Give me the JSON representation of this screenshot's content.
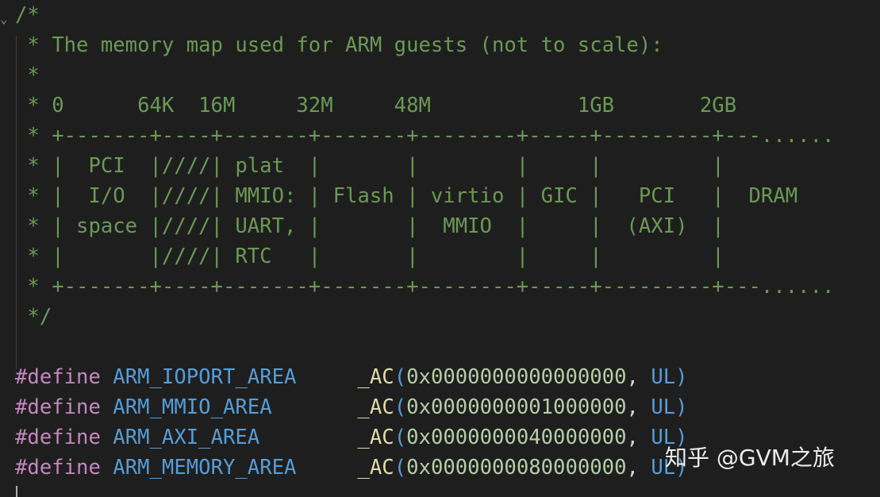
{
  "comment_lines": [
    "/*",
    " * The memory map used for ARM guests (not to scale):",
    " *",
    " * 0      64K  16M     32M     48M            1GB       2GB",
    " * +-------+----+-------+-------+--------+-----+---------+---......",
    " * |  PCI  |////| plat  |       |        |     |         |",
    " * |  I/O  |////| MMIO: | Flash | virtio | GIC |   PCI   |  DRAM",
    " * | space |////| UART, |       |  MMIO  |     |  (AXI)  |",
    " * |       |////| RTC   |       |        |     |         |",
    " * +-------+----+-------+-------+--------+-----+---------+---......",
    " */",
    ""
  ],
  "defines": [
    {
      "keyword": "#define",
      "name": "ARM_IOPORT_AREA",
      "pad": "     ",
      "macro": "_AC",
      "value": "0x0000000000000000",
      "suffix": "UL"
    },
    {
      "keyword": "#define",
      "name": "ARM_MMIO_AREA",
      "pad": "       ",
      "macro": "_AC",
      "value": "0x0000000001000000",
      "suffix": "UL"
    },
    {
      "keyword": "#define",
      "name": "ARM_AXI_AREA",
      "pad": "        ",
      "macro": "_AC",
      "value": "0x0000000040000000",
      "suffix": "UL"
    },
    {
      "keyword": "#define",
      "name": "ARM_MEMORY_AREA",
      "pad": "     ",
      "macro": "_AC",
      "value": "0x0000000080000000",
      "suffix": "UL"
    }
  ],
  "watermark": "知乎 @GVM之旅",
  "colors": {
    "background": "#1e1e1e",
    "comment": "#6a9955",
    "preprocessor": "#c586c0",
    "macro_name": "#569cd6",
    "function": "#dcdcaa",
    "number": "#b5cea8"
  }
}
